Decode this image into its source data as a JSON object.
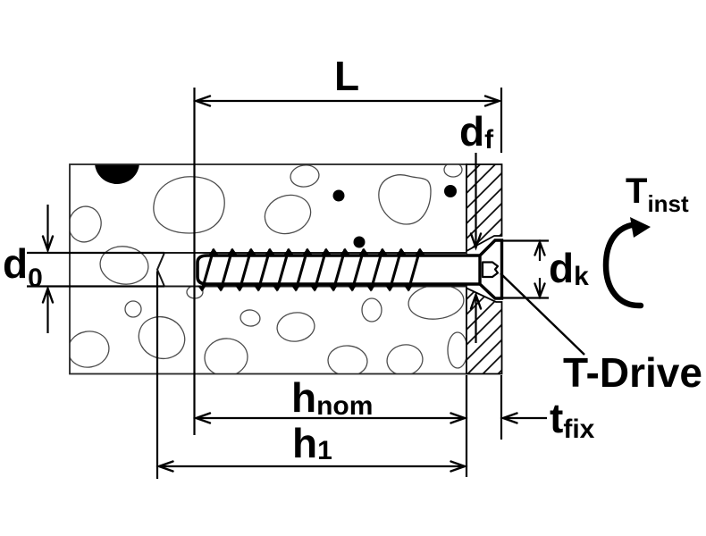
{
  "labels": {
    "L": "L",
    "df": {
      "main": "d",
      "sub": "f"
    },
    "d0": {
      "main": "d",
      "sub": "0"
    },
    "dk": {
      "main": "d",
      "sub": "k"
    },
    "tinst": {
      "main": "T",
      "sub": "inst"
    },
    "tdrive": "T-Drive",
    "hnom": {
      "main": "h",
      "sub": "nom"
    },
    "h1": {
      "main": "h",
      "sub": "1"
    },
    "tfix": {
      "main": "t",
      "sub": "fix"
    }
  },
  "colors": {
    "ink": "#000000",
    "paper": "#ffffff",
    "aggregate_outline": "#4d4d4d"
  }
}
